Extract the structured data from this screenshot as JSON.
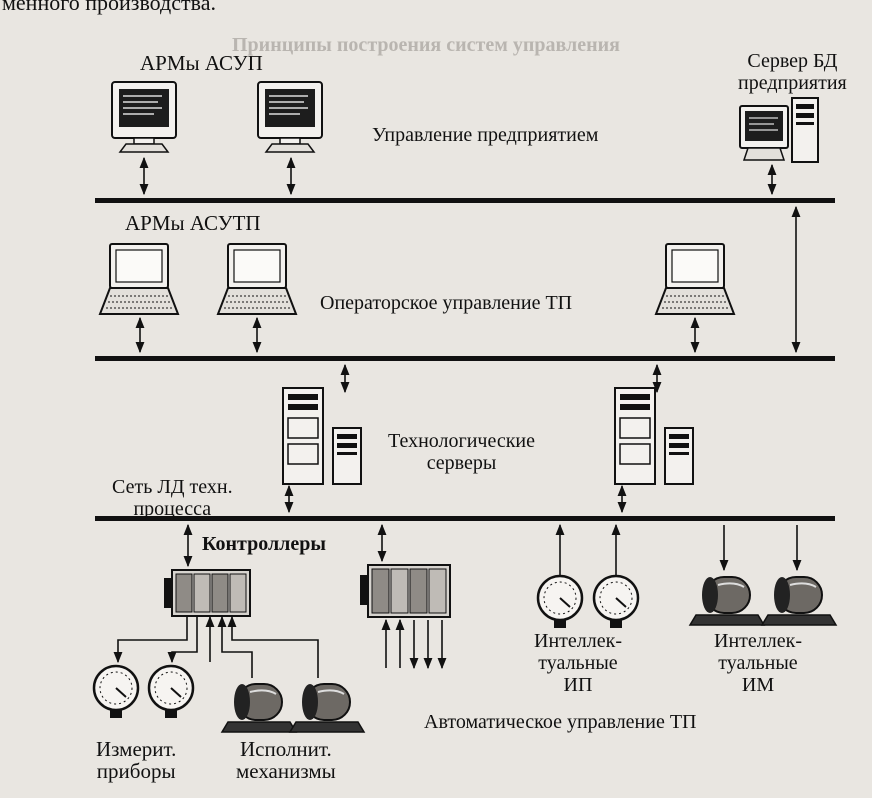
{
  "header_fragment": "менного производства.",
  "faded_heading": "Принципы построения систем управления",
  "labels": {
    "asup_workstations": "АРМы АСУП",
    "enterprise_db_server": "Сервер БД\nпредприятия",
    "enterprise_management": "Управление предприятием",
    "asutp_workstations": "АРМы АСУТП",
    "operator_control": "Операторское управление ТП",
    "tech_servers": "Технологические\nсерверы",
    "process_network": "Сеть ЛД техн.\nпроцесса",
    "controllers": "Контроллеры",
    "smart_sensors": "Интеллек-\nтуальные\nИП",
    "smart_actuators": "Интеллек-\nтуальные\nИМ",
    "measuring_devices": "Измерит.\nприборы",
    "actuator_mechanisms": "Исполнит.\nмеханизмы",
    "automatic_control": "Автоматическое управление ТП"
  },
  "colors": {
    "ink": "#111111",
    "paper": "#e9e6e1",
    "faded": "#b9b5b0"
  }
}
